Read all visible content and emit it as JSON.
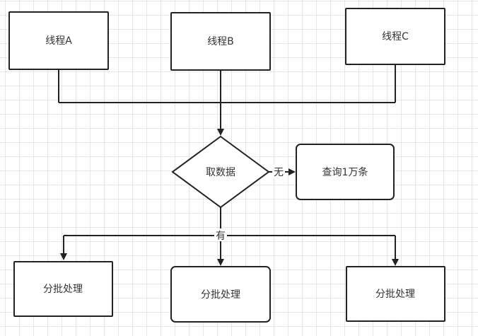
{
  "diagram": {
    "threads": {
      "a": "线程A",
      "b": "线程B",
      "c": "线程C"
    },
    "decision": "取数据",
    "query": "查询1万条",
    "edge_labels": {
      "none": "无",
      "has": "有"
    },
    "batches": {
      "left": "分批处理",
      "middle": "分批处理",
      "right": "分批处理"
    }
  }
}
